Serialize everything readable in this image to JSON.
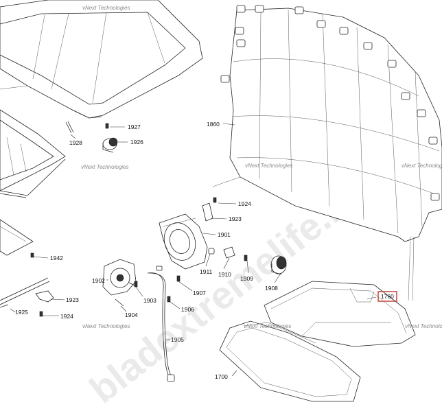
{
  "diagram": {
    "callouts": {
      "c1927": "1927",
      "c1926": "1926",
      "c1928": "1928",
      "c1860": "1860",
      "c1924a": "1924",
      "c1923a": "1923",
      "c1901": "1901",
      "c1942": "1942",
      "c1902": "1902",
      "c1911": "1911",
      "c1910": "1910",
      "c1909": "1909",
      "c1908": "1908",
      "c1903": "1903",
      "c1907": "1907",
      "c1923b": "1923",
      "c1925": "1925",
      "c1924b": "1924",
      "c1904": "1904",
      "c1906": "1906",
      "c1905": "1905",
      "c1760": "1760",
      "c1700": "1700"
    },
    "highlighted_callout": "1760",
    "highlight_color": "#c0392b",
    "watermark_small": "vNext Technologies",
    "watermark_large": "bladextremelife.ru"
  }
}
